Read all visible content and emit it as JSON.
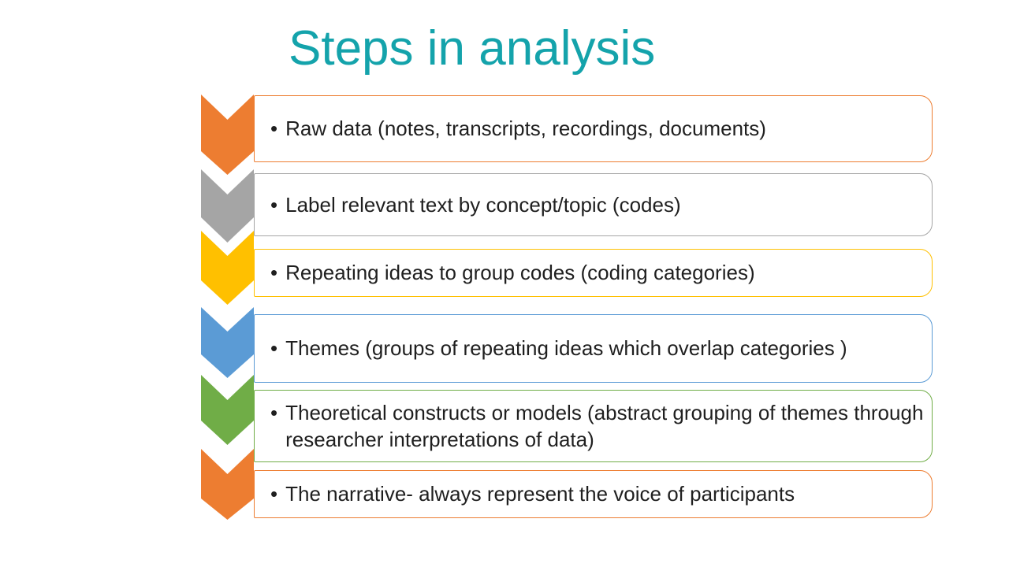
{
  "slide": {
    "title": "Steps in analysis",
    "title_color": "#14A3AB",
    "background_color": "#FFFFFF",
    "text_color": "#1F1F1F"
  },
  "diagram": {
    "type": "vertical-chevron-list",
    "bullet_char": "•",
    "steps": [
      {
        "label": "Raw data (notes, transcripts, recordings, documents)",
        "color": "#ED7D31"
      },
      {
        "label": "Label relevant text by concept/topic (codes)",
        "color": "#A5A5A5"
      },
      {
        "label": "Repeating ideas to group codes (coding categories)",
        "color": "#FFC000"
      },
      {
        "label": "Themes (groups of repeating ideas which overlap categories )",
        "color": "#5B9BD5"
      },
      {
        "label": "Theoretical constructs or models (abstract grouping of themes through researcher interpretations of data)",
        "color": "#70AD47"
      },
      {
        "label": "The narrative- always represent the voice of participants",
        "color": "#ED7D31"
      }
    ]
  }
}
